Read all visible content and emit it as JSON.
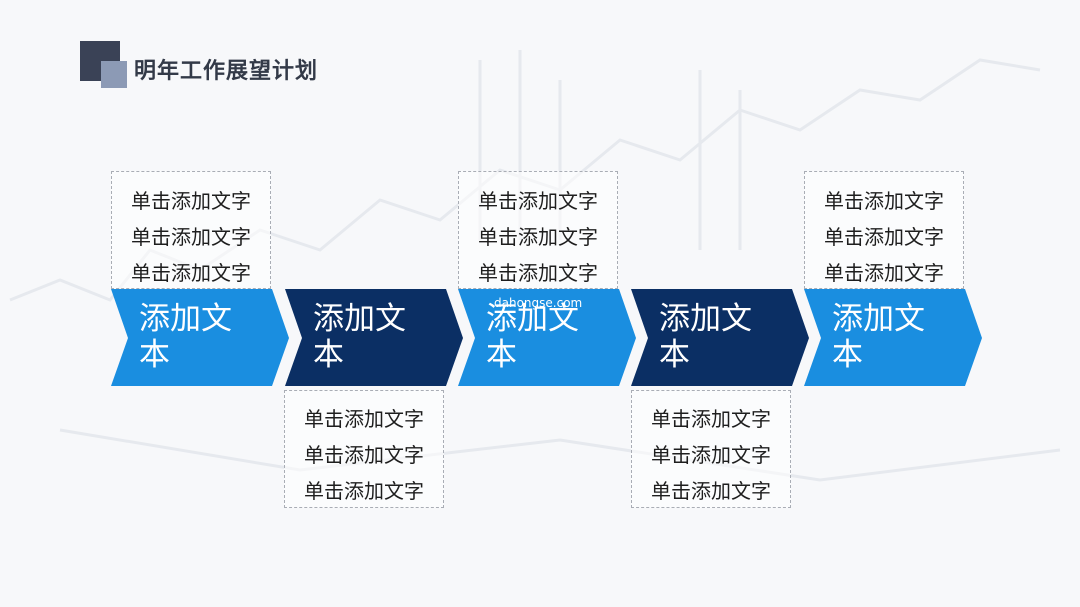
{
  "slide": {
    "title": "明年工作展望计划",
    "watermark": "dahongse.com"
  },
  "steps": [
    {
      "label": "添加文本",
      "color": "#1a8ee0",
      "lines": [
        "单击添加文字",
        "单击添加文字",
        "单击添加文字"
      ],
      "box": "top"
    },
    {
      "label": "添加文本",
      "color": "#0b2f64",
      "lines": [
        "单击添加文字",
        "单击添加文字",
        "单击添加文字"
      ],
      "box": "bottom"
    },
    {
      "label": "添加文本",
      "color": "#1a8ee0",
      "lines": [
        "单击添加文字",
        "单击添加文字",
        "单击添加文字"
      ],
      "box": "top"
    },
    {
      "label": "添加文本",
      "color": "#0b2f64",
      "lines": [
        "单击添加文字",
        "单击添加文字",
        "单击添加文字"
      ],
      "box": "bottom"
    },
    {
      "label": "添加文本",
      "color": "#1a8ee0",
      "lines": [
        "单击添加文字",
        "单击添加文字",
        "单击添加文字"
      ],
      "box": "top"
    }
  ]
}
